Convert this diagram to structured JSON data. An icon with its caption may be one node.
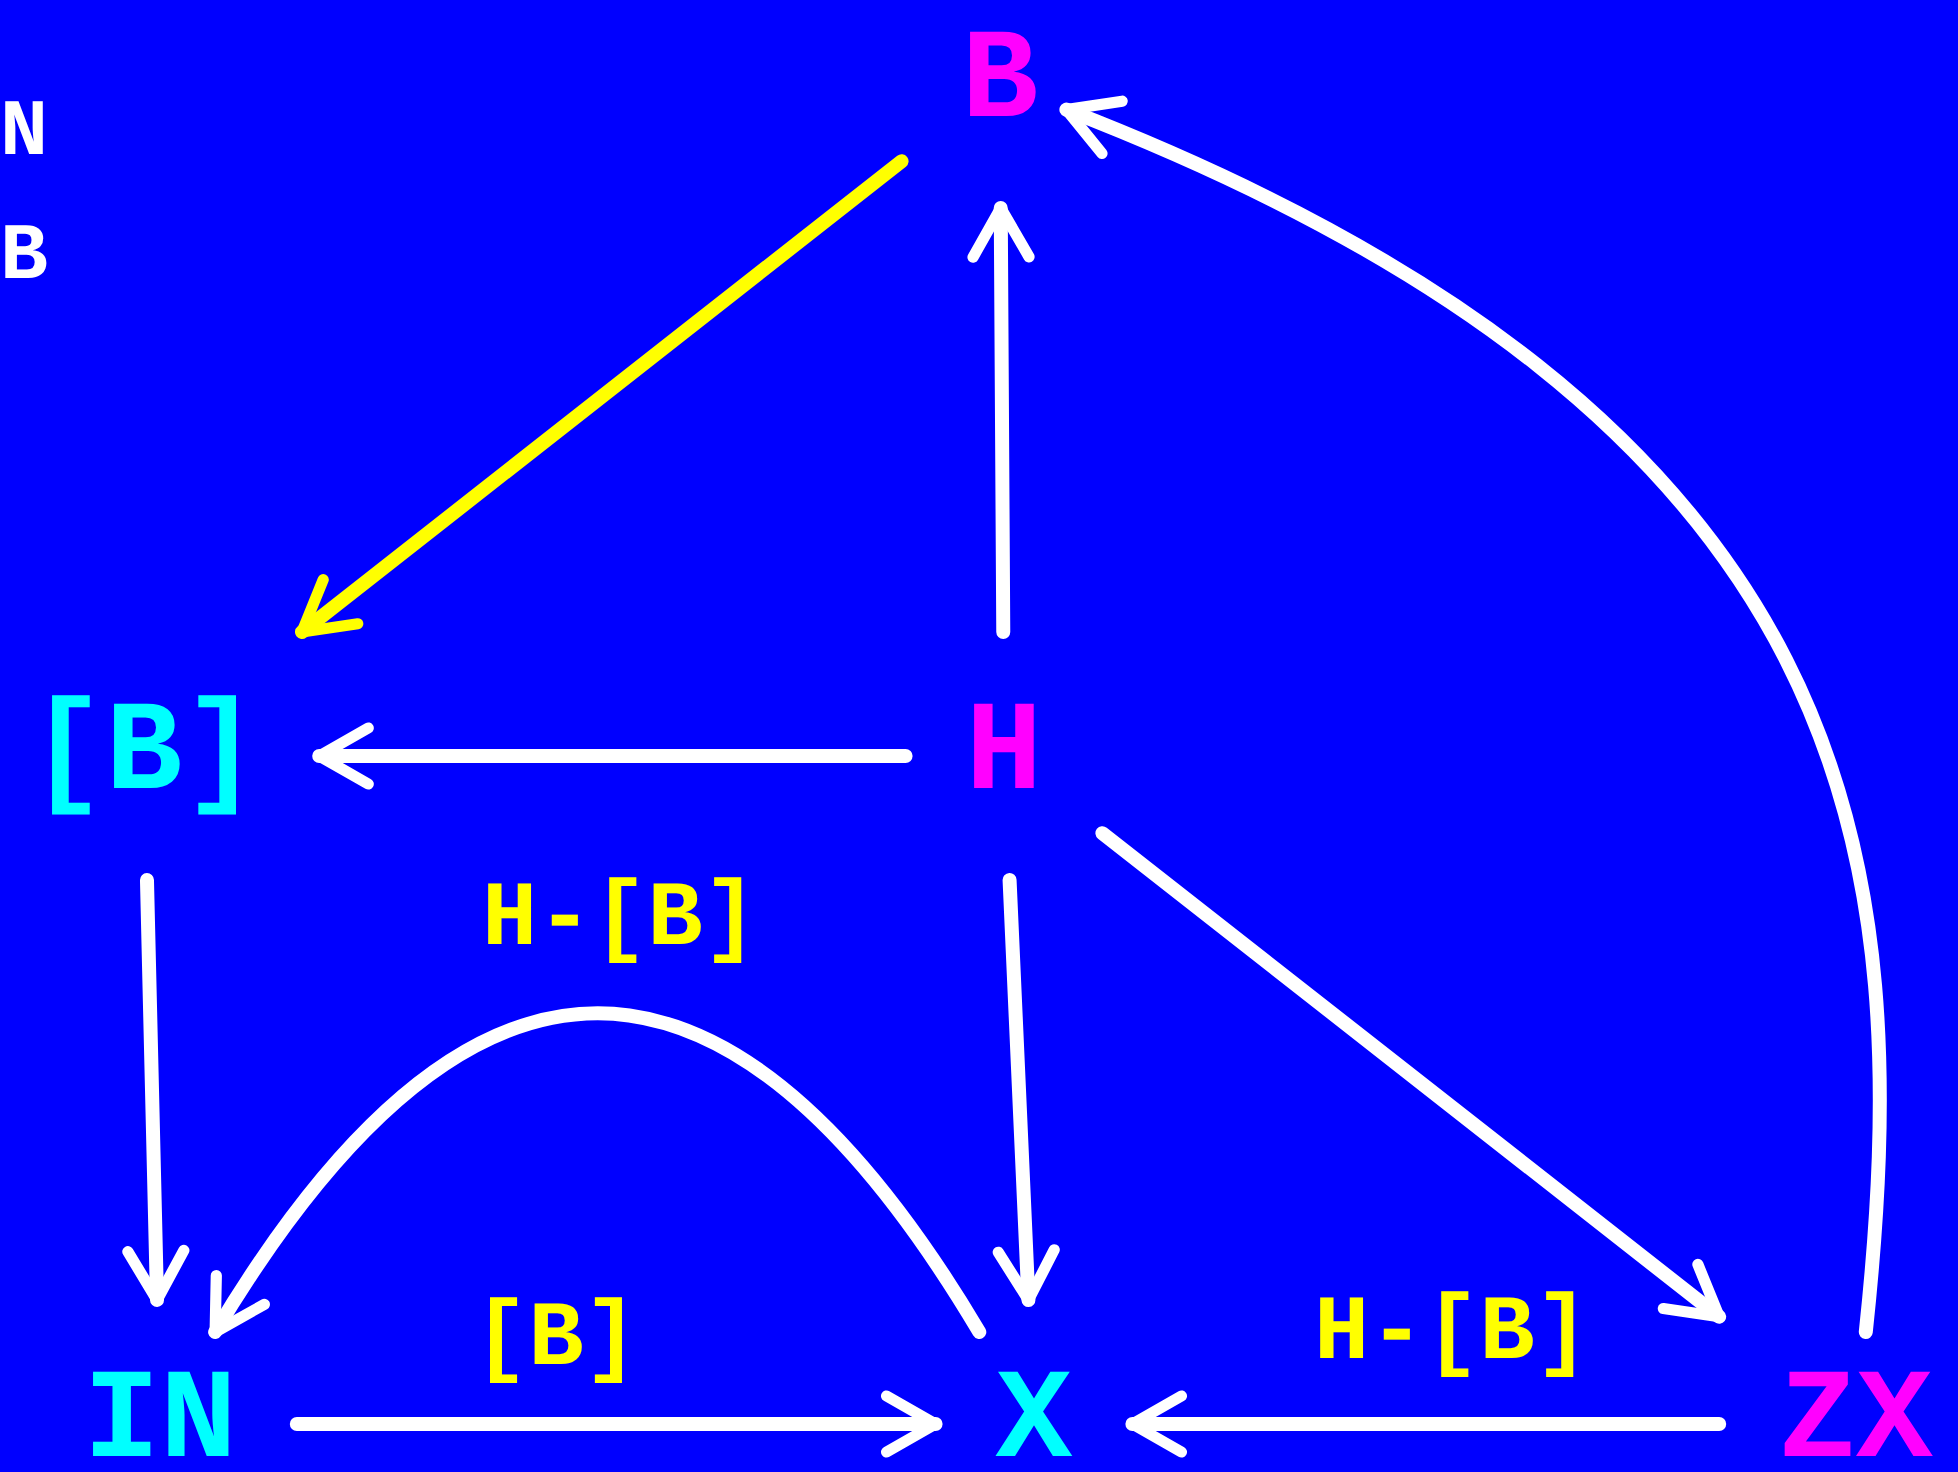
{
  "diagram": {
    "nodes": [
      {
        "text": [
          "B"
        ]
      },
      {
        "text": [
          "[B]"
        ]
      },
      {
        "text": [
          "H"
        ]
      },
      {
        "text": [
          "IN"
        ]
      },
      {
        "text": [
          "X"
        ]
      },
      {
        "text": [
          "ZX"
        ]
      }
    ],
    "edges": [
      {
        "from": 0,
        "to": 1,
        "arrow": "to",
        "color": "#ffff00"
      },
      {
        "from": 2,
        "to": 0,
        "arrow": "to"
      },
      {
        "from": 2,
        "to": 1,
        "arrow": "to"
      },
      {
        "from": 2,
        "to": 4,
        "arrow": "to"
      },
      {
        "from": 2,
        "to": 5,
        "arrow": "to"
      },
      {
        "from": 5,
        "to": 0,
        "arrow": "to"
      },
      {
        "from": 1,
        "to": 3,
        "arrow": "to"
      },
      {
        "from": 4,
        "to": 3,
        "arrow": "to",
        "label": "H-[B]"
      },
      {
        "from": 3,
        "to": 4,
        "arrow": "to",
        "label": "[B]"
      },
      {
        "from": 5,
        "to": 4,
        "arrow": "to",
        "label": "H-[B]"
      }
    ],
    "labels": [
      "N",
      "B"
    ]
  }
}
